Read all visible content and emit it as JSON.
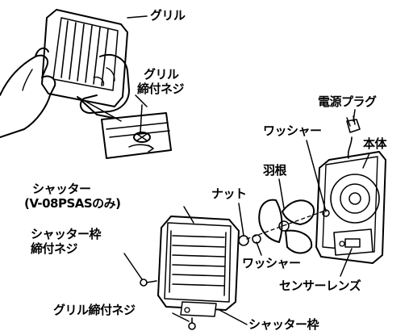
{
  "labels": {
    "grill": "グリル",
    "grill_screw_line1": "グリル",
    "grill_screw_line2": "締付ネジ",
    "power_plug": "電源プラグ",
    "washer_upper": "ワッシャー",
    "body": "本体",
    "fan_blade": "羽根",
    "nut": "ナット",
    "shutter_line1": "シャッター",
    "shutter_line2": "(V-08PSASのみ)",
    "shutter_frame_screw_line1": "シャッター枠",
    "shutter_frame_screw_line2": "締付ネジ",
    "washer_lower": "ワッシャー",
    "sensor_lens": "センサーレンズ",
    "grill_screw_bottom": "グリル締付ネジ",
    "shutter_frame": "シャッター枠"
  }
}
